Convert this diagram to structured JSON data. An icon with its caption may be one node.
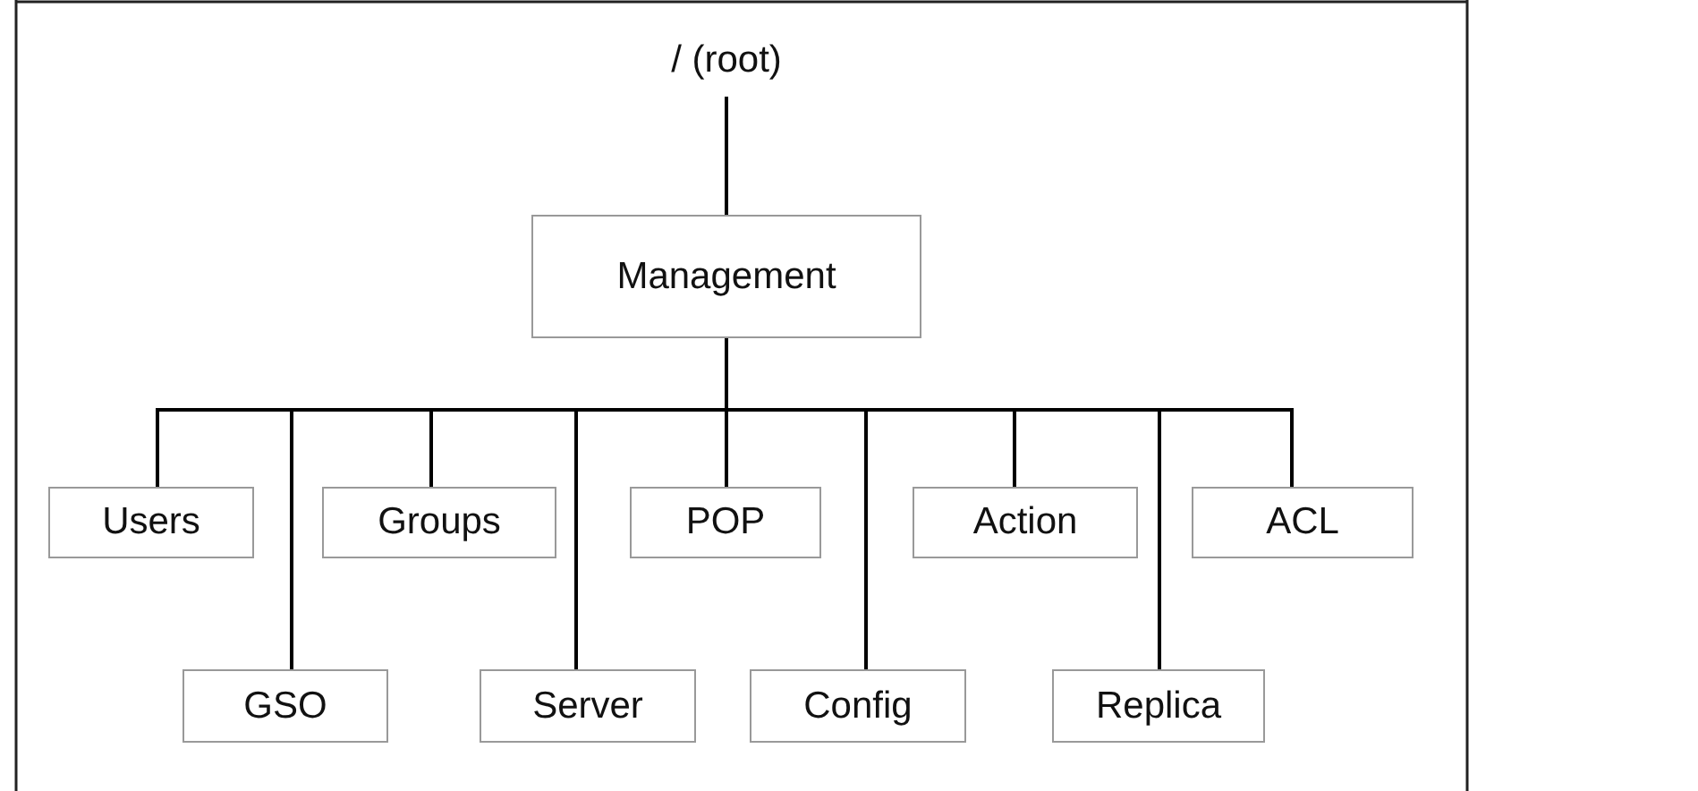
{
  "diagram": {
    "nodes": [
      {
        "text": [
          "/ (root)"
        ]
      },
      {
        "text": [
          "Management"
        ]
      },
      {
        "text": [
          "Users"
        ]
      },
      {
        "text": [
          "GSO"
        ]
      },
      {
        "text": [
          "Groups"
        ]
      },
      {
        "text": [
          "Server"
        ]
      },
      {
        "text": [
          "POP"
        ]
      },
      {
        "text": [
          "Config"
        ]
      },
      {
        "text": [
          "Action"
        ]
      },
      {
        "text": [
          "Replica"
        ]
      },
      {
        "text": [
          "ACL"
        ]
      }
    ],
    "edges": [
      {
        "from": 0,
        "to": 1,
        "arrow": "none"
      },
      {
        "from": 1,
        "to": 2,
        "arrow": "none"
      },
      {
        "from": 1,
        "to": 3,
        "arrow": "none"
      },
      {
        "from": 1,
        "to": 4,
        "arrow": "none"
      },
      {
        "from": 1,
        "to": 5,
        "arrow": "none"
      },
      {
        "from": 1,
        "to": 6,
        "arrow": "none"
      },
      {
        "from": 1,
        "to": 7,
        "arrow": "none"
      },
      {
        "from": 1,
        "to": 8,
        "arrow": "none"
      },
      {
        "from": 1,
        "to": 9,
        "arrow": "none"
      },
      {
        "from": 1,
        "to": 10,
        "arrow": "none"
      }
    ]
  }
}
